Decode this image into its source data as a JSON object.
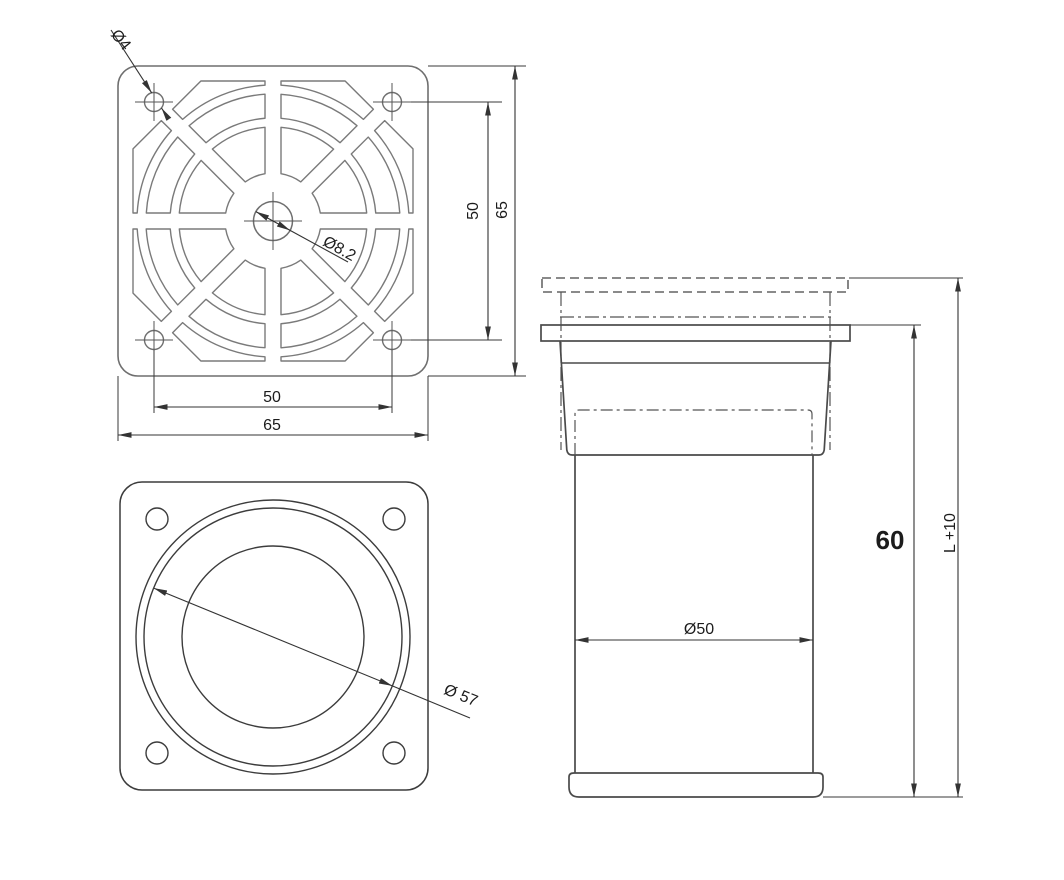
{
  "top_view": {
    "corner_hole_dia": "Ø4",
    "center_hole_dia": "Ø8.2",
    "hole_spacing_vertical": "50",
    "plate_height": "65",
    "hole_spacing_horizontal": "50",
    "plate_width": "65"
  },
  "bottom_view": {
    "outer_dia": "Ø 57"
  },
  "side_view": {
    "tube_dia": "Ø50",
    "body_height": "60",
    "overall_height": "L +10"
  },
  "colors": {
    "background": "#ffffff",
    "object_line": "#6f6f6f",
    "dim_line": "#333333",
    "hidden_line": "#555555",
    "text": "#1c1c1c"
  }
}
